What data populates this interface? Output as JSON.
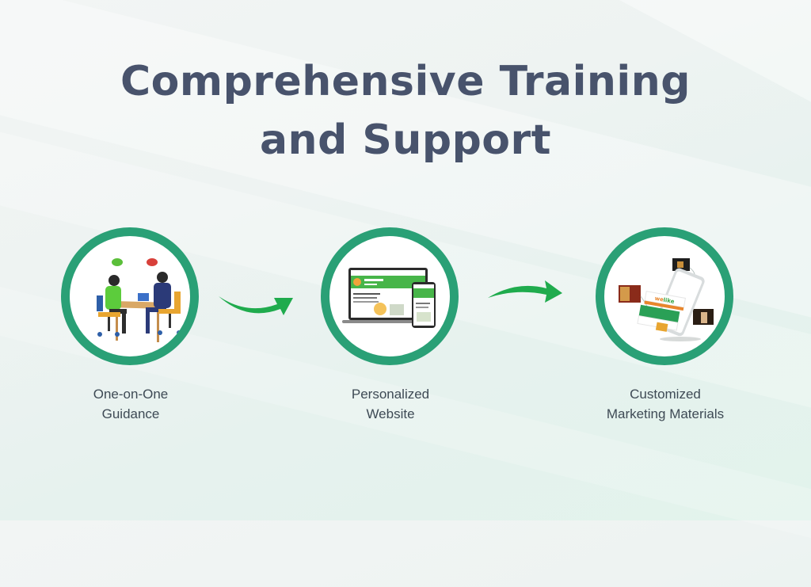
{
  "title": {
    "line1": "Comprehensive Training",
    "line2": "and Support"
  },
  "colors": {
    "title": "#48536c",
    "circle_border": "#2aa076",
    "arrow": "#1fab4d",
    "label": "#3e4a55"
  },
  "steps": [
    {
      "icon": "meeting-illustration",
      "label_line1": "One-on-One",
      "label_line2": "Guidance"
    },
    {
      "icon": "laptop-phone-website-illustration",
      "label_line1": "Personalized",
      "label_line2": "Website"
    },
    {
      "icon": "phone-marketing-materials-illustration",
      "label_line1": "Customized",
      "label_line2": "Marketing Materials"
    }
  ],
  "arrows": [
    "arrow-right-icon",
    "arrow-right-icon"
  ]
}
